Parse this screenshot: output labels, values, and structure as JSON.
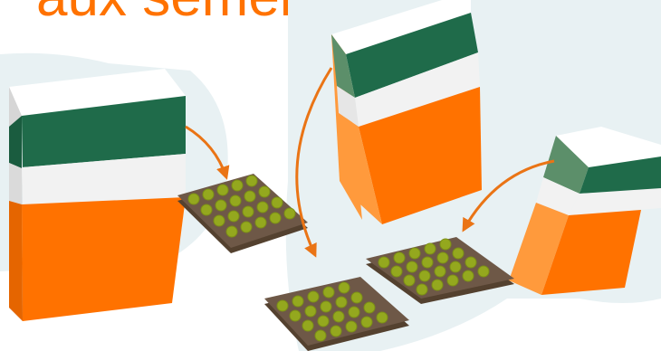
{
  "headline": {
    "text": "aux semences Rhôl"
  },
  "colors": {
    "accent_orange": "#FF7200",
    "light_orange": "#FF9A3C",
    "dark_green": "#1F6B4A",
    "muted_green": "#5C8F6A",
    "pack_white": "#F2F2F2",
    "pack_top": "#FFFFFF",
    "background_blob": "#E8F1F3",
    "tray_brown": "#6E5847",
    "tray_edge": "#54412F",
    "seedling": "#94A81E",
    "arrow": "#EA7415"
  },
  "illustration": {
    "seed_packets": [
      "seed-packet",
      "seed-packet",
      "seed-packet"
    ],
    "seed_trays": [
      "seed-tray",
      "seed-tray",
      "seed-tray"
    ],
    "arrows": [
      "arrow",
      "arrow",
      "arrow"
    ]
  }
}
